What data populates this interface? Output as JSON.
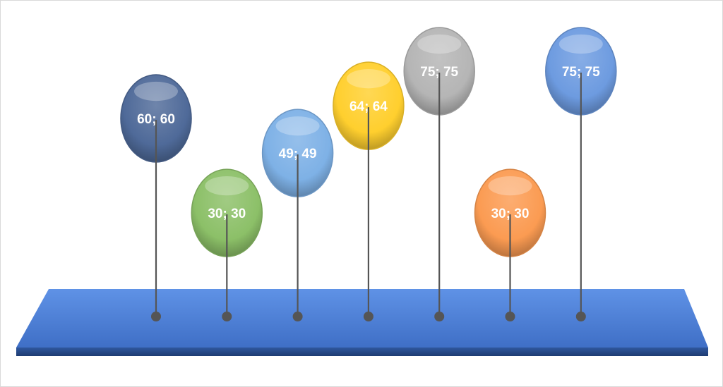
{
  "chart_data": {
    "type": "scatter",
    "variant": "balloon-timeline",
    "title": "",
    "xlabel": "",
    "ylabel": "",
    "ylim": [
      0,
      80
    ],
    "grid": false,
    "legend": "none",
    "points": [
      {
        "x": 1,
        "y": 60,
        "label": "60; 60",
        "color": "#4f6a99"
      },
      {
        "x": 2,
        "y": 30,
        "label": "30; 30",
        "color": "#8cc068"
      },
      {
        "x": 3,
        "y": 49,
        "label": "49; 49",
        "color": "#7eb1e6"
      },
      {
        "x": 4,
        "y": 64,
        "label": "64; 64",
        "color": "#ffcf2e"
      },
      {
        "x": 5,
        "y": 75,
        "label": "75; 75",
        "color": "#b5b5b5"
      },
      {
        "x": 6,
        "y": 30,
        "label": "30; 30",
        "color": "#fb9b52"
      },
      {
        "x": 7,
        "y": 75,
        "label": "75; 75",
        "color": "#6d9be0"
      }
    ],
    "platform_color": "#4a7fd6",
    "stem_color": "#555555"
  }
}
